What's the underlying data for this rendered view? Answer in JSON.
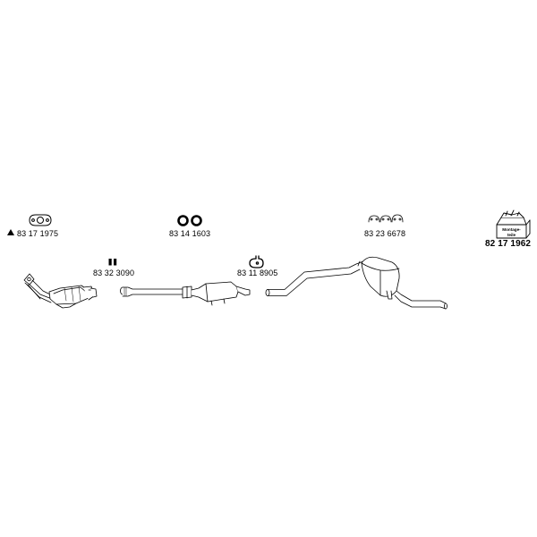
{
  "parts": {
    "gasket": {
      "number": "83 17 1975",
      "icon": "gasket-icon",
      "marker": "warning-triangle-icon"
    },
    "rings": {
      "number": "83 14 1603",
      "icon": "ring-pair-icon"
    },
    "brackets": {
      "number": "83 23 6678",
      "icon": "rubber-hanger-icon"
    },
    "kit": {
      "number": "82 17 1962",
      "icon": "mounting-kit-box-icon",
      "box_text_line1": "Montage-",
      "box_text_line2": "teile"
    },
    "sleeves": {
      "number": "83 32 3090",
      "icon": "sleeve-pair-icon"
    },
    "clamp": {
      "number": "83 11 8905",
      "icon": "clamp-icon"
    }
  },
  "components": [
    {
      "name": "catalytic-converter",
      "icon": "catalytic-converter-icon"
    },
    {
      "name": "front-pipe-with-middle-silencer",
      "icon": "middle-silencer-icon"
    },
    {
      "name": "rear-pipe-with-rear-silencer",
      "icon": "rear-silencer-icon"
    }
  ]
}
